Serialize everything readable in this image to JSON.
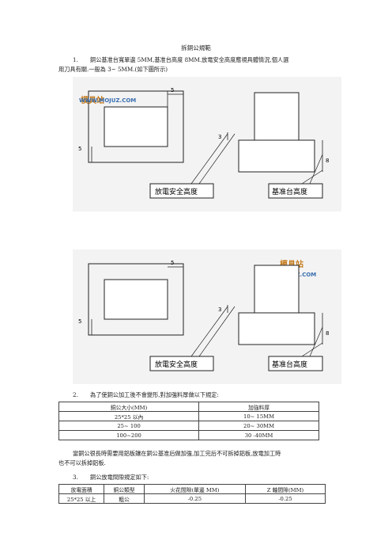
{
  "title": "拆銅公規範",
  "section1": {
    "number": "1.",
    "line1": "銅公基准台寬單邊  5MM,基准台高度  8MM.放電安全高度應視具體情況,個人選",
    "line2": "用刀具有關.一般為 3~ 5MM.(如下圖所示)"
  },
  "figure": {
    "label_top_width": "5",
    "label_left_width": "5",
    "label_safe": "3",
    "label_base_height": "8",
    "callout_safe": "放電安全高度",
    "callout_base": "基准台高度",
    "watermark_cn": "模具站",
    "watermark_url": "WWW.MOJUZ.COM"
  },
  "section2": {
    "number": "2.",
    "intro": "為了使銅公加工後不會變形,對加強料厚做以下規定:",
    "headers": [
      "銅公大小(MM)",
      "加強料厚"
    ],
    "rows": [
      [
        "25*25 以內",
        "10~ 15MM"
      ],
      [
        "25~ 100",
        "20~ 30MM"
      ],
      [
        "100~200",
        "30 -40MM"
      ]
    ],
    "note_line1": "當銅公很長時需要用鋁板鑲在銅公基准后做加強,加工完后不可拆掉鋁板,放電加工時",
    "note_line2": "也不可以拆掉鋁板."
  },
  "section3": {
    "number": "3.",
    "intro": "銅公放電間隙規定如下:",
    "headers": [
      "放電面積",
      "銅公類型",
      "火花間隙(單邊 MM)",
      "Z 軸間隙(MM)"
    ],
    "rows": [
      [
        "25*25 以上",
        "粗公",
        "-0.25",
        "-0.25"
      ]
    ]
  }
}
